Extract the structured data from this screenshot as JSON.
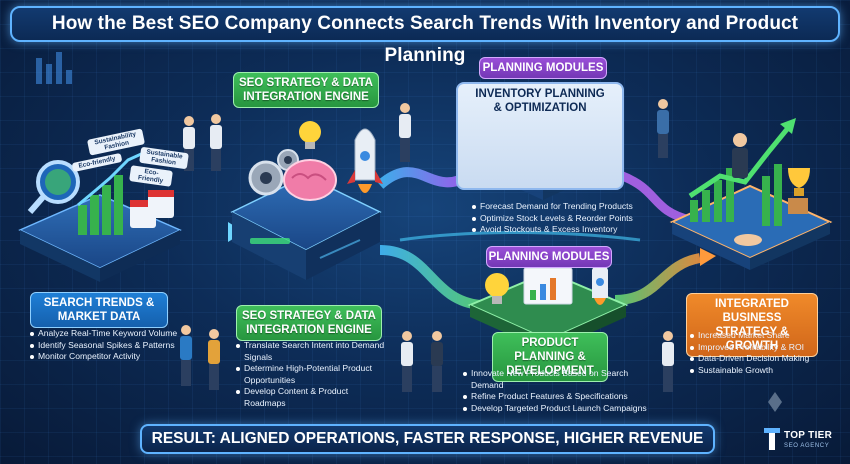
{
  "title": "How the Best SEO Company Connects Search Trends With Inventory and Product Planning",
  "engine_top": {
    "label": "SEO STRATEGY & DATA INTEGRATION ENGINE"
  },
  "planning_modules_top": {
    "tag": "PLANNING MODULES",
    "heading": "INVENTORY PLANNING & OPTIMIZATION",
    "bullets": [
      "Forecast Demand for Trending Products",
      "Optimize Stock Levels & Reorder Points",
      "Avoid Stockouts & Excess Inventory"
    ]
  },
  "search_trends": {
    "label": "SEARCH TRENDS & MARKET DATA",
    "bullets": [
      "Analyze Real-Time Keyword Volume",
      "Identify Seasonal Spikes & Patterns",
      "Monitor Competitor Activity"
    ],
    "tags": [
      "Sustainability Fashion",
      "Eco-friendly",
      "Sustainable Fashion",
      "Eco-Friendly"
    ]
  },
  "engine_bottom": {
    "label": "SEO STRATEGY & DATA INTEGRATION ENGINE",
    "bullets": [
      "Translate Search Intent into Demand Signals",
      "Determine High-Potential Product Opportunities",
      "Develop Content & Product Roadmaps"
    ]
  },
  "planning_modules_bottom": {
    "tag": "PLANNING MODULES",
    "label": "PRODUCT PLANNING & DEVELOPMENT",
    "bullets": [
      "Innovate New Products Based on Search Demand",
      "Refine Product Features & Specifications",
      "Develop Targeted Product Launch Campaigns"
    ]
  },
  "integrated": {
    "label": "INTEGRATED BUSINESS STRATEGY & GROWTH",
    "bullets": [
      "Increased Market Share",
      "Improved Profitability & ROI",
      "Data-Driven Decision Making",
      "Sustainable Growth"
    ]
  },
  "result": "RESULT: ALIGNED OPERATIONS, FASTER RESPONSE, HIGHER REVENUE",
  "logo": {
    "name": "TOP TIER",
    "sub": "SEO AGENCY"
  },
  "colors": {
    "green": "#34b04f",
    "purple": "#8a44c8",
    "blue": "#1a70c2",
    "orange": "#e4782a",
    "accent": "#5fb3ff"
  }
}
